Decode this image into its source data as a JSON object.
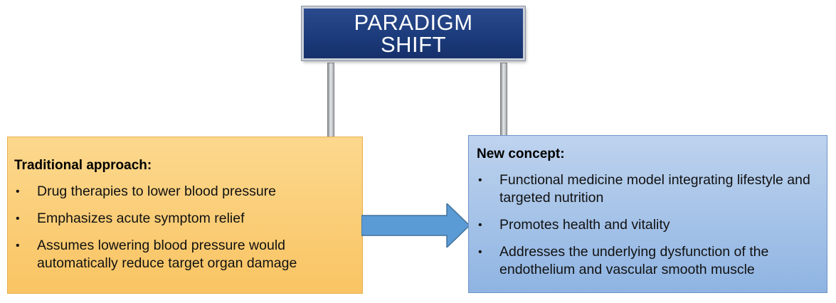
{
  "sign": {
    "title": "PARADIGM SHIFT"
  },
  "traditional": {
    "heading": "Traditional approach:",
    "items": [
      "Drug therapies to lower blood pressure",
      "Emphasizes acute symptom relief",
      "Assumes lowering blood pressure would automatically reduce target organ damage"
    ]
  },
  "new_concept": {
    "heading": "New concept:",
    "items": [
      "Functional medicine model integrating lifestyle and targeted nutrition",
      "Promotes health and vitality",
      "Addresses the underlying dysfunction of the endothelium and vascular smooth muscle"
    ]
  },
  "bullet_symbol": "•",
  "colors": {
    "sign_blue": "#1b3a7a",
    "left_box": "#f9c463",
    "right_box": "#8fb4e2",
    "arrow": "#5b9bd5"
  }
}
